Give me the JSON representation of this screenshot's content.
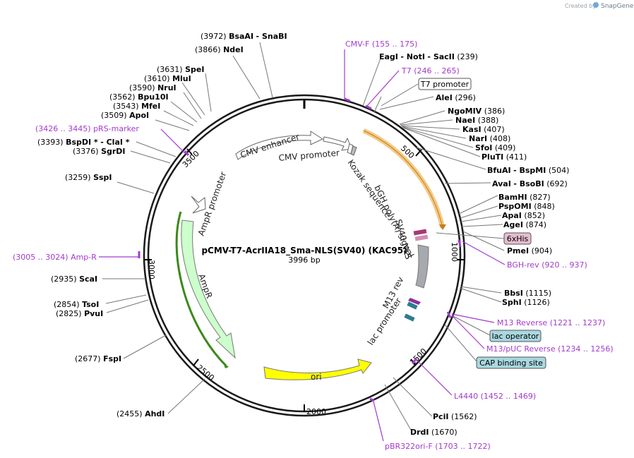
{
  "credit": {
    "prefix": "Created by",
    "brand": "SnapGene"
  },
  "map": {
    "name": "pCMV-T7-AcrIIA18_Sma-NLS(SV40) (KAC95)",
    "length": "3996 bp",
    "ticks": [
      "500",
      "1000",
      "1500",
      "2000",
      "2500",
      "3000",
      "3500"
    ]
  },
  "features": [
    {
      "name": "CMV enhancer",
      "color": "#ffffff"
    },
    {
      "name": "CMV promoter",
      "color": "#ffffff"
    },
    {
      "name": "Kozak sequence",
      "color": "#ffffff"
    },
    {
      "name": "bGH poly(A) signal",
      "color": "#a6a9ad"
    },
    {
      "name": "SV40 NLS",
      "color": "#b24b86"
    },
    {
      "name": "M13 rev",
      "color": "#8a2f9e"
    },
    {
      "name": "lac promoter",
      "color": "#2f7c8e"
    },
    {
      "name": "ori",
      "color": "#ffff00"
    },
    {
      "name": "AmpR",
      "color": "#ccffcc"
    },
    {
      "name": "AmpR promoter",
      "color": "#ffffff"
    }
  ],
  "enzymes": [
    {
      "pos": "(3972)",
      "name": "BsaAI",
      "extra": "- SnaBI"
    },
    {
      "pos": "(3866)",
      "name": "NdeI"
    },
    {
      "pos": "(3631)",
      "name": "SpeI"
    },
    {
      "pos": "(3610)",
      "name": "MluI"
    },
    {
      "pos": "(3590)",
      "name": "NruI"
    },
    {
      "pos": "(3562)",
      "name": "Bpu10I"
    },
    {
      "pos": "(3543)",
      "name": "MfeI"
    },
    {
      "pos": "(3509)",
      "name": "ApoI"
    },
    {
      "pos": "(3393)",
      "name": "BspDI *",
      "extra": "- ClaI *"
    },
    {
      "pos": "(3376)",
      "name": "SgrDI"
    },
    {
      "pos": "(3259)",
      "name": "SspI"
    },
    {
      "pos": "(2935)",
      "name": "ScaI"
    },
    {
      "pos": "(2854)",
      "name": "TsoI"
    },
    {
      "pos": "(2825)",
      "name": "PvuI"
    },
    {
      "pos": "(2677)",
      "name": "FspI"
    },
    {
      "pos": "(2455)",
      "name": "AhdI"
    },
    {
      "name": "EagI",
      "extra": "- NotI",
      "extra2": "- SacII",
      "pos": "(239)"
    },
    {
      "name": "AleI",
      "pos": "(296)"
    },
    {
      "name": "NgoMIV",
      "pos": "(386)"
    },
    {
      "name": "NaeI",
      "pos": "(388)"
    },
    {
      "name": "KasI",
      "pos": "(407)"
    },
    {
      "name": "NarI",
      "pos": "(408)"
    },
    {
      "name": "SfoI",
      "pos": "(409)"
    },
    {
      "name": "PluTI",
      "pos": "(411)"
    },
    {
      "name": "BfuAI",
      "extra": "- BspMI",
      "pos": "(504)"
    },
    {
      "name": "AvaI",
      "extra": "- BsoBI",
      "pos": "(692)"
    },
    {
      "name": "BamHI",
      "pos": "(827)"
    },
    {
      "name": "PspOMI",
      "pos": "(848)"
    },
    {
      "name": "ApaI",
      "pos": "(852)"
    },
    {
      "name": "AgeI",
      "pos": "(874)"
    },
    {
      "name": "PmeI",
      "pos": "(904)"
    },
    {
      "name": "BbsI",
      "pos": "(1115)"
    },
    {
      "name": "SphI",
      "pos": "(1126)"
    },
    {
      "name": "PciI",
      "pos": "(1562)"
    },
    {
      "name": "DrdI",
      "pos": "(1670)"
    }
  ],
  "primers": [
    {
      "name": "CMV-F",
      "range": "(155 .. 175)"
    },
    {
      "name": "T7",
      "range": "(246 .. 265)"
    },
    {
      "name": "BGH-rev",
      "range": "(920 .. 937)"
    },
    {
      "name": "M13 Reverse",
      "range": "(1221 .. 1237)"
    },
    {
      "name": "M13/pUC Reverse",
      "range": "(1234 .. 1256)"
    },
    {
      "name": "L4440",
      "range": "(1452 .. 1469)"
    },
    {
      "name": "pBR322ori-F",
      "range": "(1703 .. 1722)"
    },
    {
      "name": "pRS-marker",
      "range": "(3426 .. 3445)"
    },
    {
      "name": "Amp-R",
      "range": "(3005 .. 3024)"
    }
  ],
  "boxes": [
    {
      "name": "T7 promoter",
      "color": "#ffffff"
    },
    {
      "name": "6xHis",
      "color": "#e6bcd0"
    },
    {
      "name": "lac operator",
      "color": "#a9d8e0"
    },
    {
      "name": "CAP binding site",
      "color": "#a9d8e0"
    }
  ]
}
